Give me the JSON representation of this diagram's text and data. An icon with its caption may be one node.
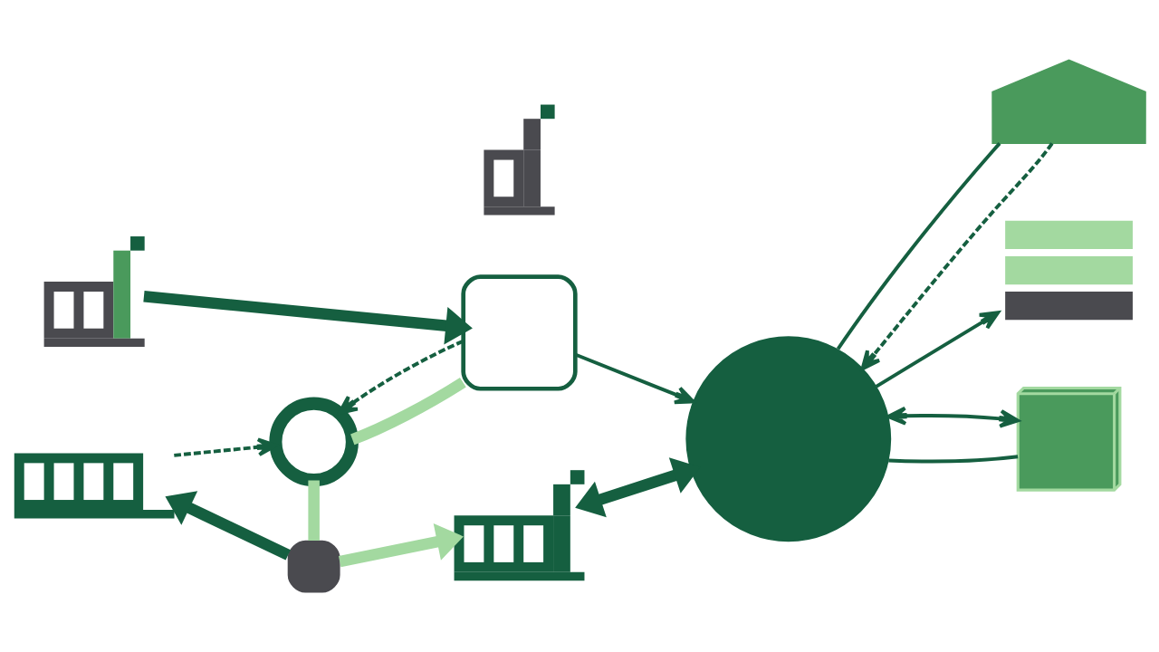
{
  "diagram": {
    "nodes": [
      {
        "text": [],
        "shape": "picture"
      },
      {
        "text": [],
        "shape": "picture"
      },
      {
        "text": [],
        "shape": "picture"
      },
      {
        "text": [],
        "shape": "picture"
      },
      {
        "text": [],
        "shape": "circle"
      },
      {
        "text": [],
        "shape": "box"
      },
      {
        "text": [],
        "shape": "circle"
      },
      {
        "text": [],
        "shape": "picture"
      },
      {
        "text": [],
        "shape": "box"
      },
      {
        "text": [],
        "shape": "picture"
      },
      {
        "text": [],
        "shape": "picture"
      }
    ],
    "edges": [
      {
        "from": 0,
        "to": 5,
        "arrow": "to",
        "style": "thick"
      },
      {
        "from": 5,
        "to": 4,
        "arrow": "none",
        "style": "thick",
        "color": "#a3d9a0"
      },
      {
        "from": 4,
        "to": 8,
        "arrow": "none",
        "style": "thick",
        "color": "#a3d9a0"
      },
      {
        "from": 3,
        "to": 4,
        "arrow": "to",
        "style": "dashed"
      },
      {
        "from": 5,
        "to": 4,
        "arrow": "to",
        "style": "dashed"
      },
      {
        "from": 5,
        "to": 6,
        "arrow": "to"
      },
      {
        "from": 6,
        "to": 7,
        "arrow": "to"
      },
      {
        "from": 8,
        "to": 3,
        "arrow": "to",
        "style": "thick"
      },
      {
        "from": 8,
        "to": 9,
        "arrow": "to",
        "style": "thick",
        "color": "#a3d9a0"
      },
      {
        "from": 9,
        "to": 6,
        "arrow": "both",
        "style": "thick"
      },
      {
        "from": 2,
        "to": 6,
        "arrow": "to",
        "style": "dashed"
      },
      {
        "from": 2,
        "to": 6,
        "arrow": "none"
      },
      {
        "from": 6,
        "to": 10,
        "arrow": "none"
      },
      {
        "from": 6,
        "to": 10,
        "arrow": "both"
      }
    ]
  }
}
